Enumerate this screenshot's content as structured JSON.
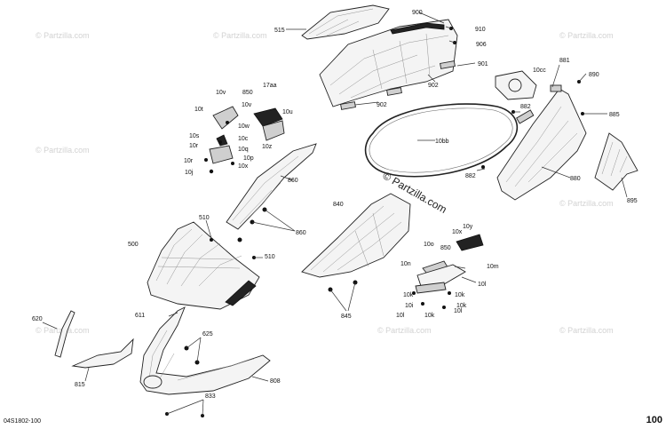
{
  "diagram": {
    "watermark": "© Partzilla.com",
    "center_watermark": "© Partzilla.com",
    "footer_code": "04S1802-100",
    "page_number": "100",
    "labels": {
      "l515": "515",
      "l900": "900",
      "l910": "910",
      "l906": "906",
      "l901": "901",
      "l902a": "902",
      "l902b": "902",
      "l881": "881",
      "l10cc": "10cc",
      "l890": "890",
      "l882a": "882",
      "l885": "885",
      "l10bb": "10bb",
      "l882b": "882",
      "l880": "880",
      "l895": "895",
      "l17aa": "17aa",
      "l10v1": "10v",
      "l850a": "850",
      "l10v2": "10v",
      "l10t": "10t",
      "l10w": "10w",
      "l10u": "10u",
      "l10s": "10s",
      "l10c": "10c",
      "l10r1": "10r",
      "l10r2": "10r",
      "l10z": "10z",
      "l10q": "10q",
      "l10p": "10p",
      "l10x": "10x",
      "l10j": "10j",
      "l860a": "860",
      "l860b": "860",
      "l840": "840",
      "l510a": "510",
      "l500": "500",
      "l510b": "510",
      "l10y": "10y",
      "l10x2": "10x",
      "l10o": "10o",
      "l850b": "850",
      "l10n": "10n",
      "l10m": "10m",
      "l10k1": "10k",
      "l10k2": "10k",
      "l10l1": "10l",
      "l10l2": "10l",
      "l10i": "10i",
      "l845": "845",
      "l620": "620",
      "l611": "611",
      "l625": "625",
      "l815": "815",
      "l808": "808",
      "l833": "833"
    }
  }
}
